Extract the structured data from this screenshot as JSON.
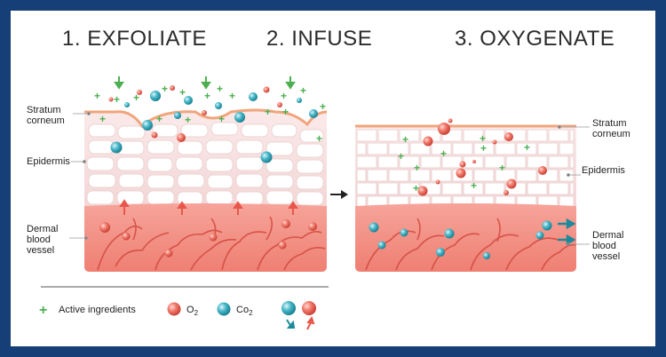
{
  "steps": [
    {
      "number": "1.",
      "label": "EXFOLIATE"
    },
    {
      "number": "2.",
      "label": "INFUSE"
    },
    {
      "number": "3.",
      "label": "OXYGENATE"
    }
  ],
  "left_panel": {
    "layer_labels": {
      "stratum_corneum": [
        "Stratum",
        "corneum"
      ],
      "epidermis": "Epidermis",
      "dermal": [
        "Dermal",
        "blood",
        "vessel"
      ]
    }
  },
  "right_panel": {
    "layer_labels": {
      "stratum_corneum": [
        "Stratum",
        "corneum"
      ],
      "epidermis": "Epidermis",
      "dermal": [
        "Dermal",
        "blood",
        "vessel"
      ]
    }
  },
  "legend": {
    "active": "Active ingredients",
    "o2": "O",
    "o2_sub": "2",
    "co2": "Co",
    "co2_sub": "2"
  },
  "colors": {
    "frame": "#163f78",
    "plus": "#4caf50",
    "o2": "#e8574a",
    "co2": "#2aa2b5",
    "dermis": "#f08f82",
    "epidermis_bg": "#f7e4e4",
    "corneum": "#f2b58e"
  }
}
